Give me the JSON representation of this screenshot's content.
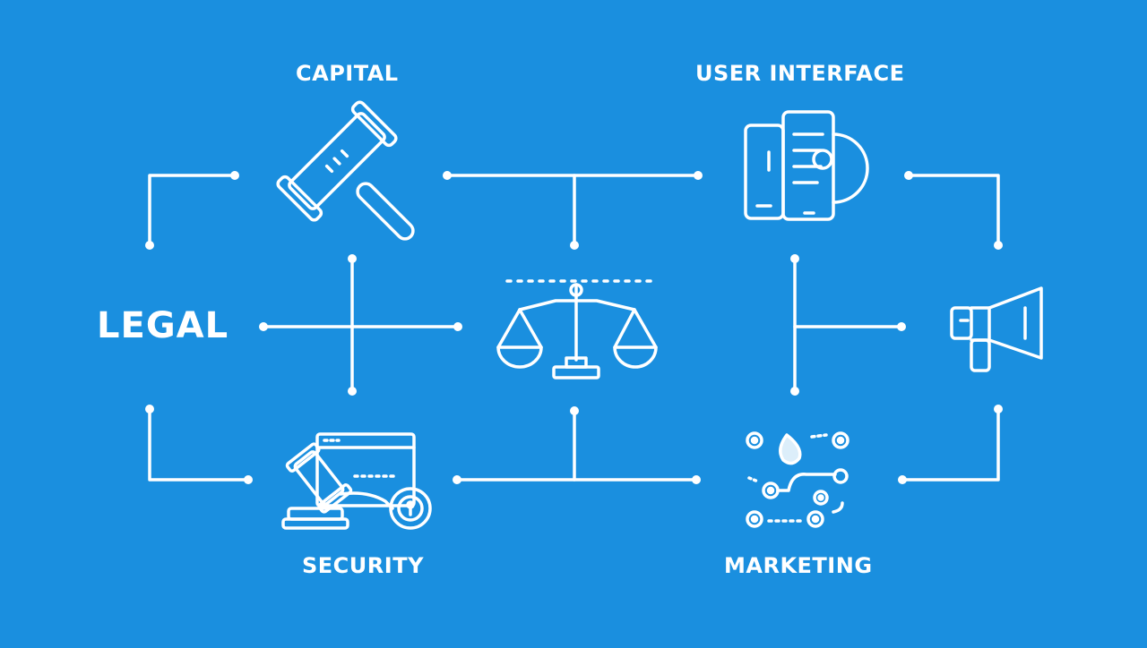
{
  "background_color": "#1a8fdf",
  "line_color": "#ffffff",
  "labels": {
    "capital": "CAPITAL",
    "user_interface": "USER INTERFACE",
    "legal": "LEGAL",
    "security": "SECURITY",
    "marketing": "MARKETING"
  },
  "icons": {
    "capital": "gavel-icon",
    "user_interface": "mobile-screens-icon",
    "legal": "balance-scale-icon",
    "marketing": "megaphone-icon",
    "security": "gavel-browser-lock-icon",
    "marketing_network": "network-nodes-icon"
  }
}
